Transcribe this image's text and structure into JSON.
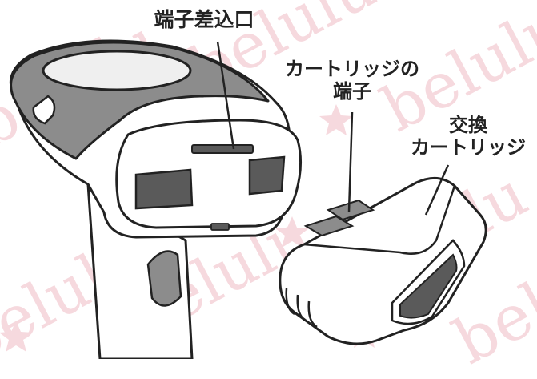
{
  "labels": {
    "port": "端子差込口",
    "terminal_line1": "カートリッジの",
    "terminal_line2": "端子",
    "exchange_line1": "交換",
    "exchange_line2": "カートリッジ"
  },
  "watermark": {
    "text": "belulu",
    "color": "#f6d9de"
  },
  "colors": {
    "outline": "#222222",
    "body_white": "#ffffff",
    "grey_top": "#8c8c8c",
    "dark_window": "#5a5a5a",
    "lens_light": "#efefef"
  }
}
